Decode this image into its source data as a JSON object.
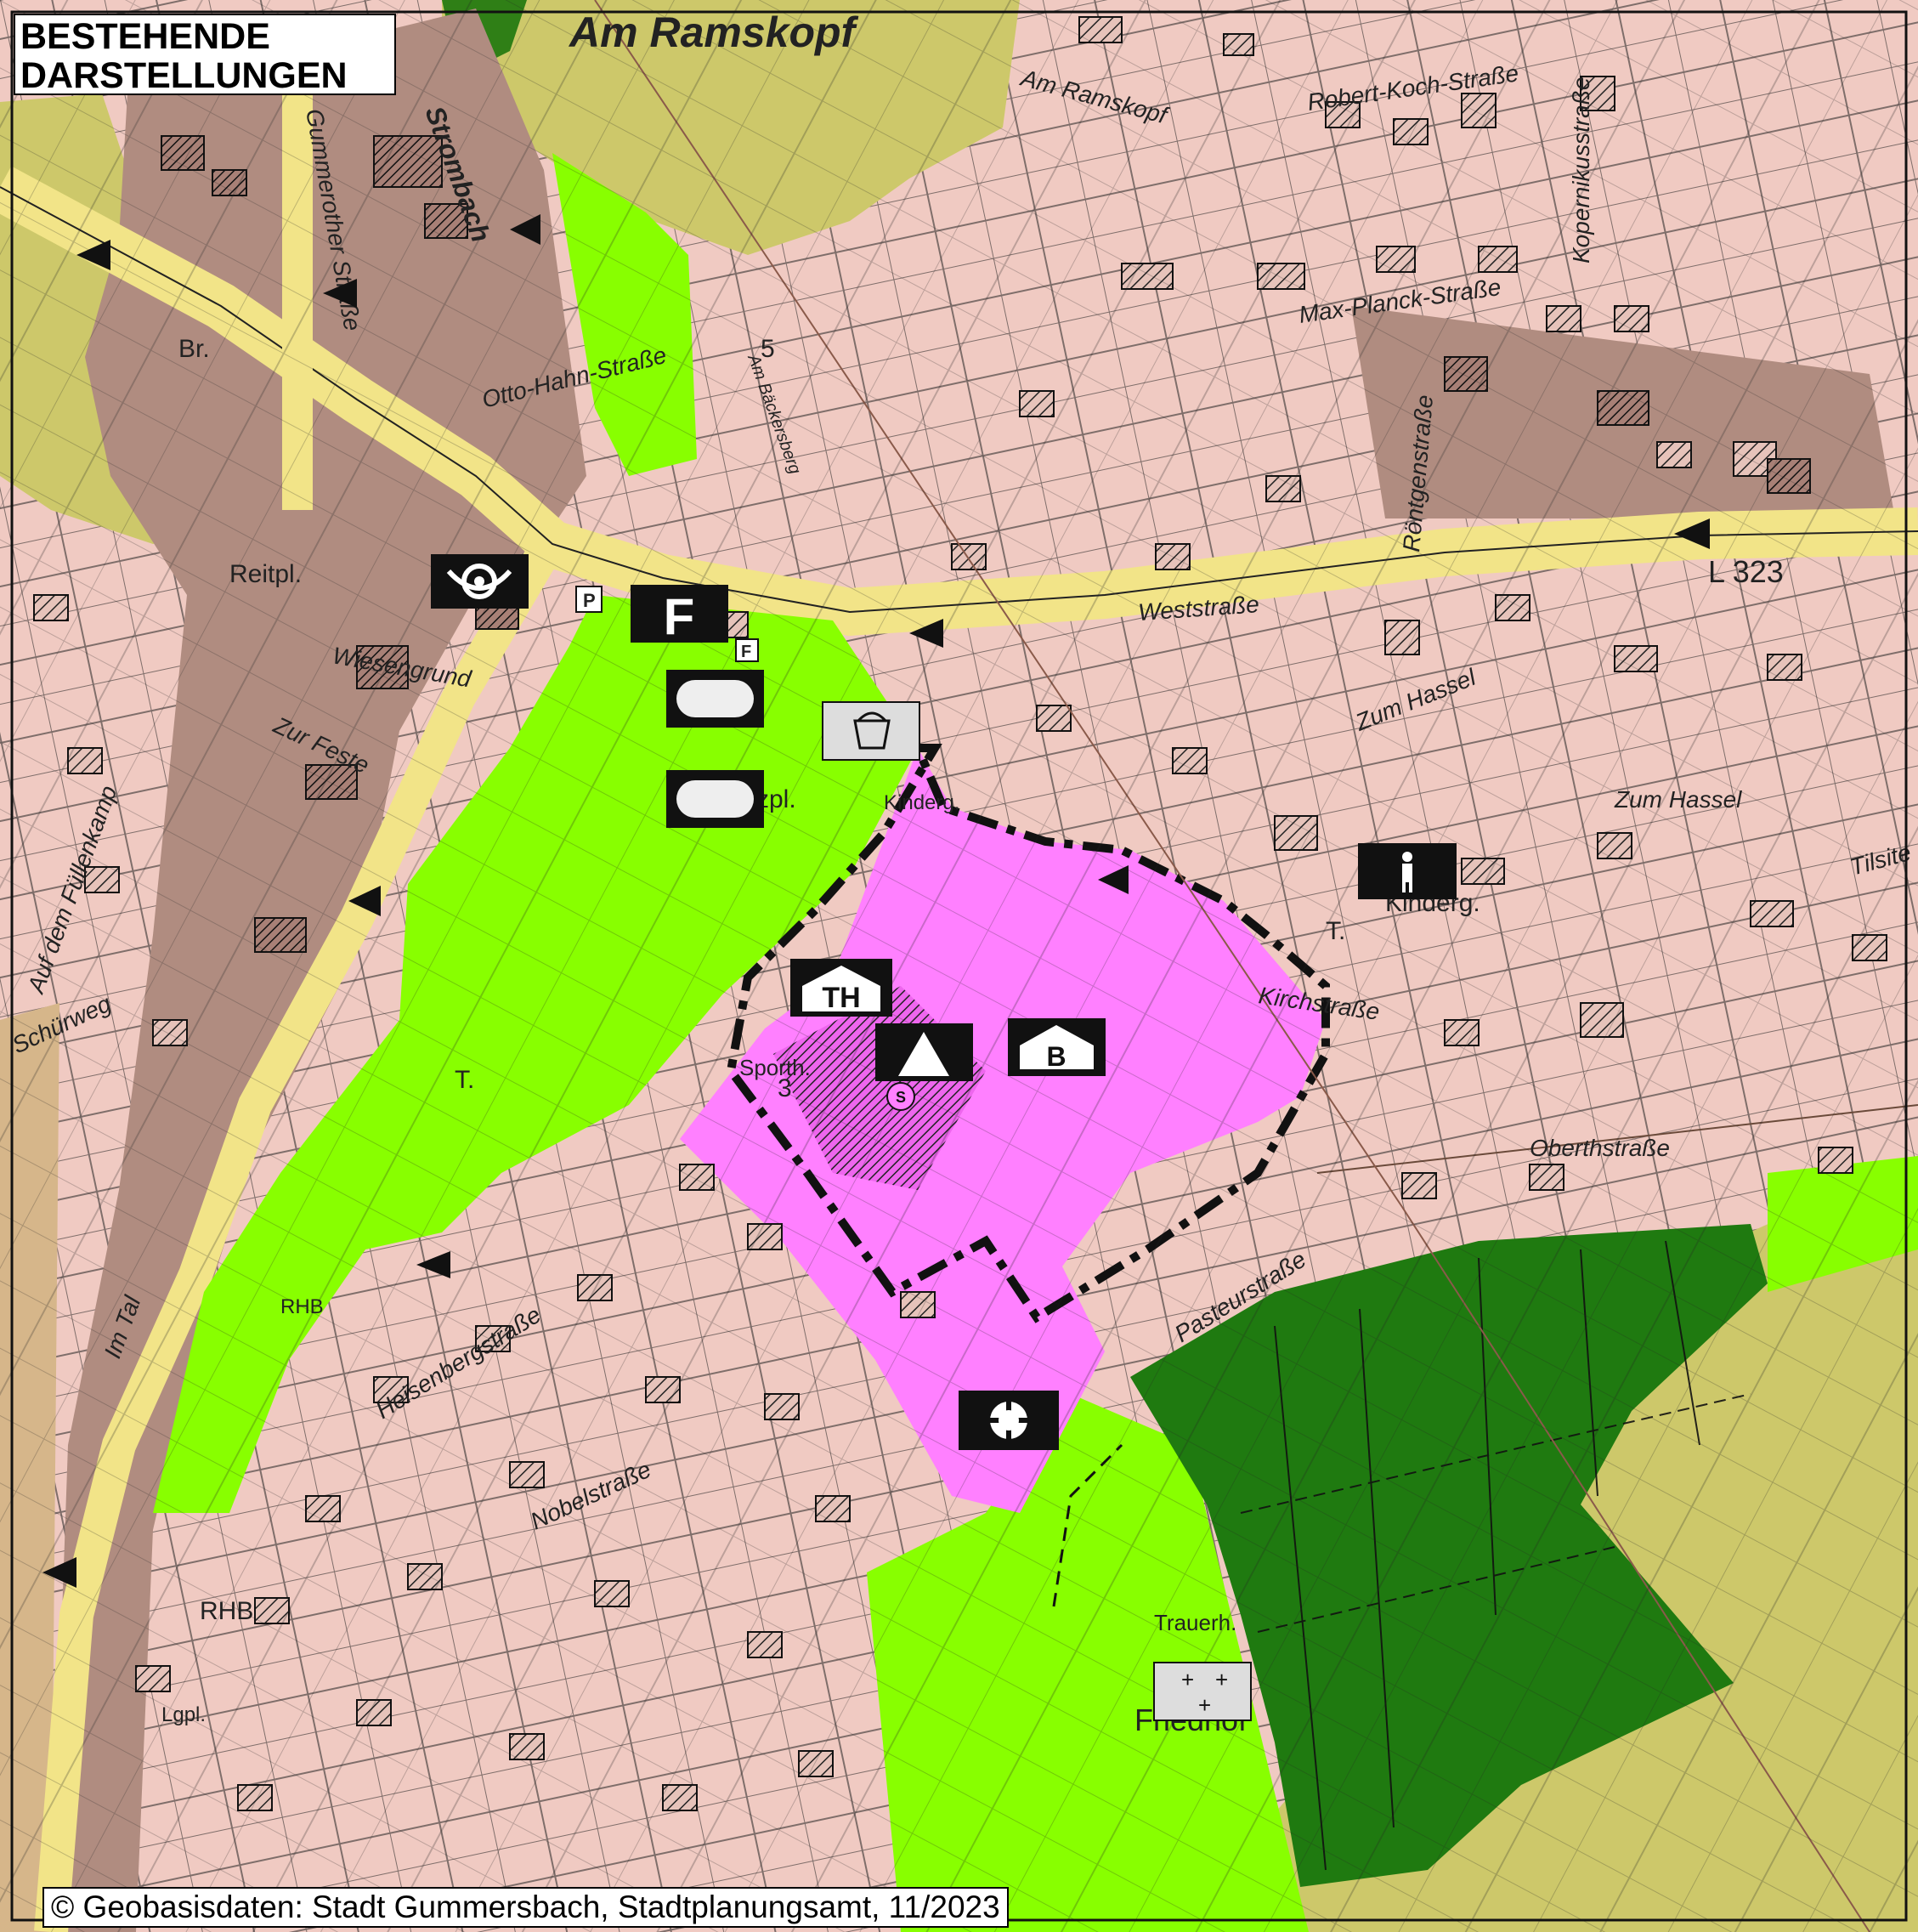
{
  "title": {
    "line1": "BESTEHENDE",
    "line2": "DARSTELLUNGEN"
  },
  "copyright": "© Geobasisdaten: Stadt Gummersbach, Stadtplanungsamt, 11/2023",
  "area_names": {
    "am_ramskopf_big": "Am Ramskopf"
  },
  "streets": {
    "am_ramskopf": "Am Ramskopf",
    "robert_koch": "Robert-Koch-Straße",
    "kopernikus": "Kopernikusstraße",
    "max_planck": "Max-Planck-Straße",
    "roentgen": "Röntgenstraße",
    "otto_hahn": "Otto-Hahn-Straße",
    "am_baeckersberg": "Am Bäckersberg",
    "strombach": "Strombach",
    "gummerother": "Gummerother Straße",
    "weststrasse": "Weststraße",
    "l323": "L 323",
    "zum_hassel_1": "Zum Hassel",
    "zum_hassel_2": "Zum Hassel",
    "tilsiter": "Tilsite",
    "wiesengrund": "Wiesengrund",
    "zur_feste": "Zur Feste",
    "aufdem_fuellenkamp": "Auf dem Füllenkamp",
    "schuerweg": "Schürweg",
    "im_tal": "Im Tal",
    "kirchstrasse": "Kirchstraße",
    "oberthstrasse": "Oberthstraße",
    "pasteurstrasse": "Pasteurstraße",
    "heisenbergstrasse": "Heisenbergstraße",
    "nobelstrasse": "Nobelstraße"
  },
  "places": {
    "reitpl": "Reitpl.",
    "br": "Br.",
    "kinderg_1": "Kinderg.",
    "kinderg_2": "Kinderg.",
    "sporth": "Sporth.",
    "spielpl_fragment": "zpl.",
    "t_1": "T.",
    "t_2": "T.",
    "rhb_1": "RHB",
    "rhb_2": "RHB",
    "lgpl": "Lgpl.",
    "trauerh": "Trauerh.",
    "friedhof": "Friedhof",
    "p": "P",
    "f_small": "F",
    "num_5": "5",
    "num_3": "3"
  },
  "symbols": {
    "post": "post-horn-icon",
    "fire": "F",
    "th": "TH",
    "b": "B",
    "s": "S",
    "kindergarten": "person-icon",
    "waste": "bucket-icon",
    "church": "church-triangle-icon",
    "sewage": "circle-cross-icon",
    "cemetery": "+ +\n +"
  },
  "colors": {
    "residential": "#f0cac2",
    "mixed": "#b08c80",
    "green": "#88ff00",
    "forest": "#1f7a10",
    "farmland": "#cdc86a",
    "public": "#ff80ff",
    "road": "#f2e488",
    "water": "#bbbbbb"
  }
}
